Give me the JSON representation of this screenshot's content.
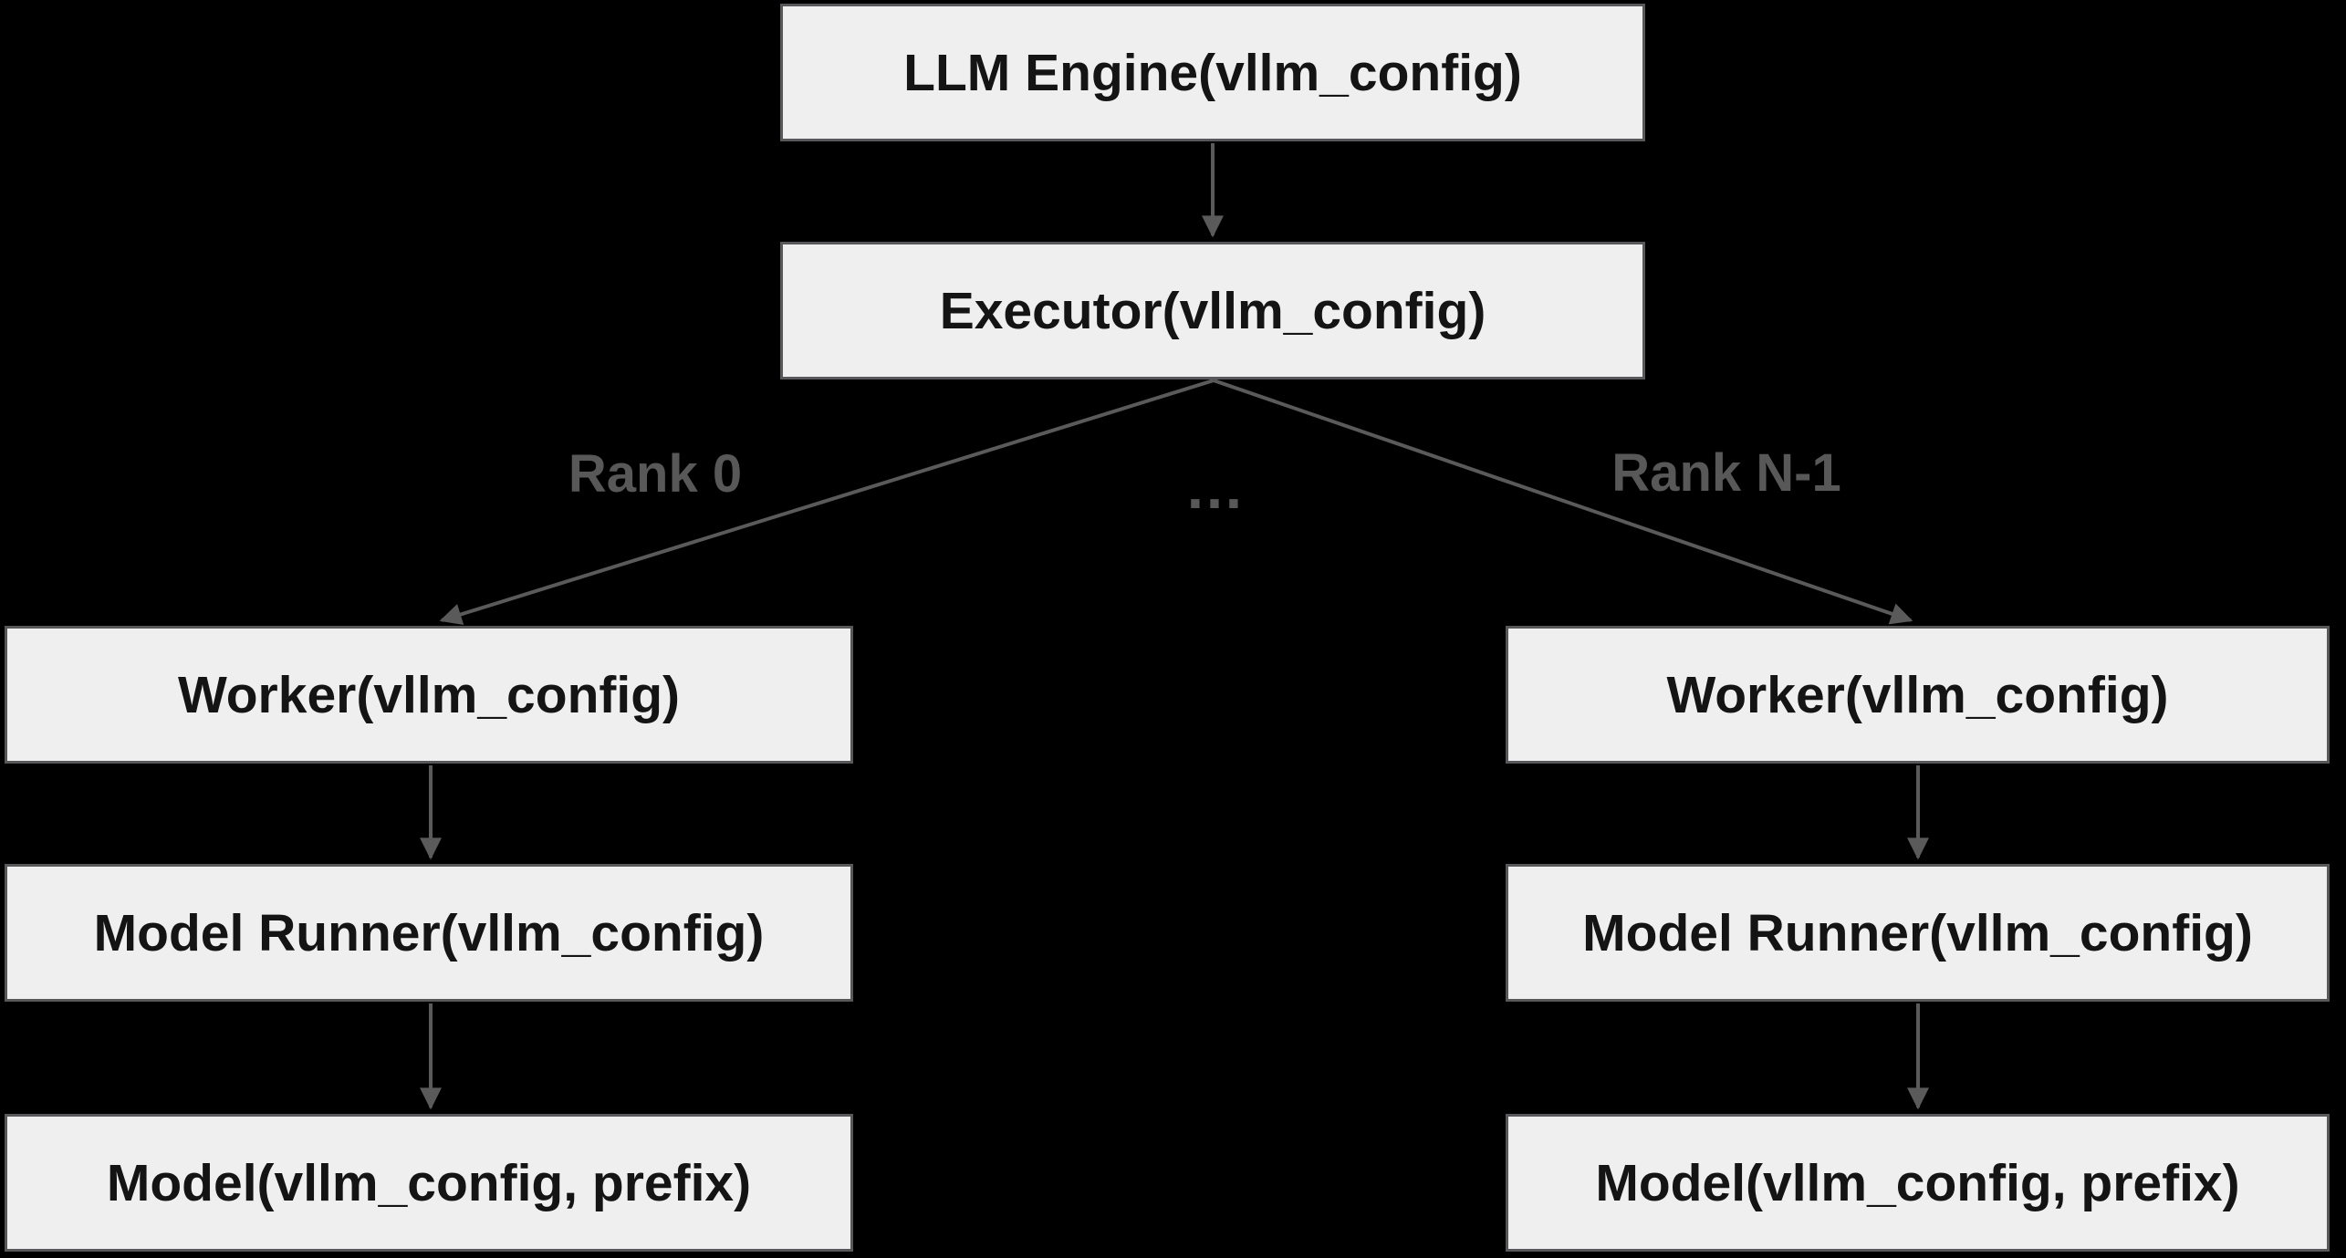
{
  "colors": {
    "background": "#000000",
    "node_fill": "#efefef",
    "node_border": "#58585a",
    "node_text": "#141414",
    "edge": "#5a5a5a",
    "edge_label": "#585858"
  },
  "nodes": {
    "llm_engine": {
      "label": "LLM Engine(vllm_config)"
    },
    "executor": {
      "label": "Executor(vllm_config)"
    },
    "worker_left": {
      "label": "Worker(vllm_config)"
    },
    "model_runner_left": {
      "label": "Model Runner(vllm_config)"
    },
    "model_left": {
      "label": "Model(vllm_config, prefix)"
    },
    "worker_right": {
      "label": "Worker(vllm_config)"
    },
    "model_runner_right": {
      "label": "Model Runner(vllm_config)"
    },
    "model_right": {
      "label": "Model(vllm_config, prefix)"
    }
  },
  "edge_labels": {
    "rank_0": "Rank 0",
    "ellipsis": "…",
    "rank_n_1": "Rank N-1"
  }
}
